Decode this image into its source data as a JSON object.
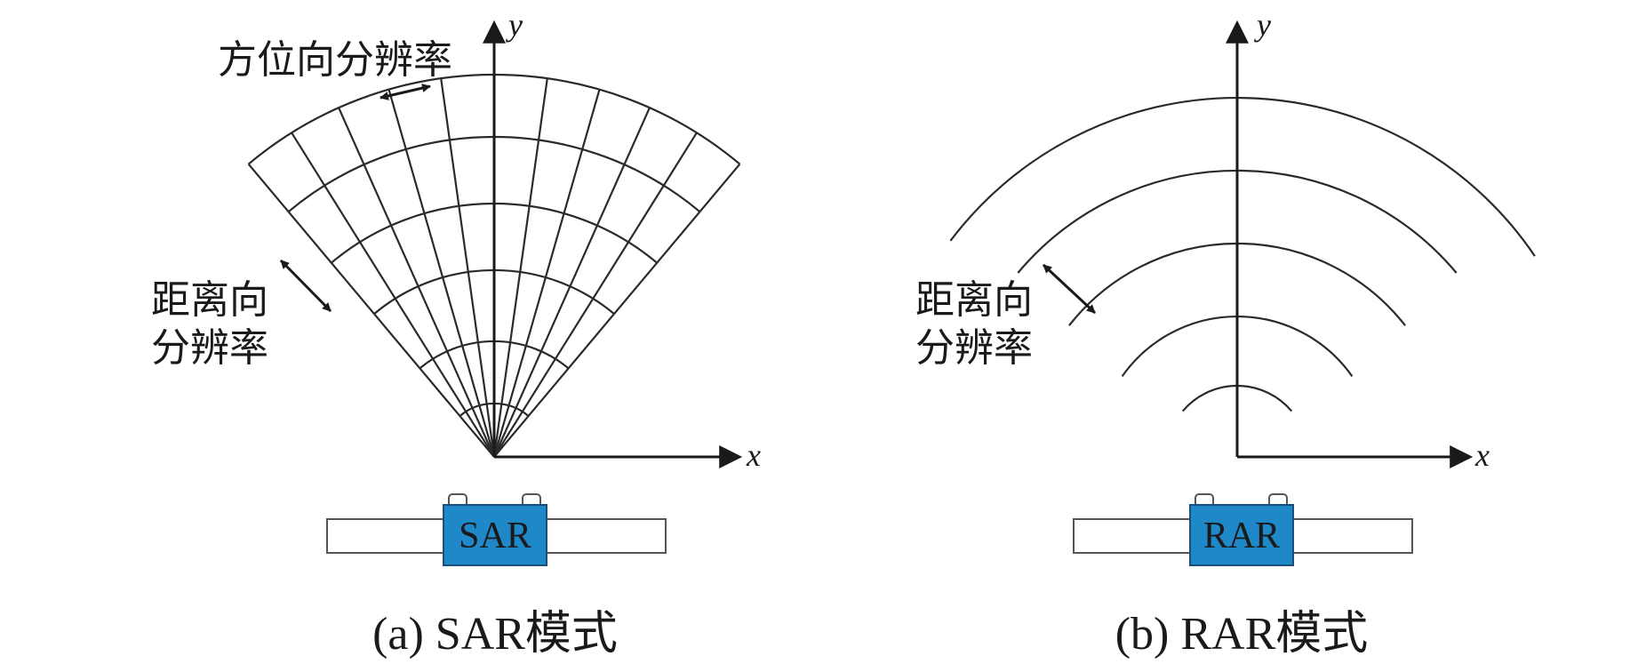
{
  "panel_a": {
    "axis_x_label": "x",
    "axis_y_label": "y",
    "azimuth_resolution_label": "方位向分辨率",
    "range_resolution_label_line1": "距离向",
    "range_resolution_label_line2": "分辨率",
    "device_label": "SAR",
    "caption": "(a) SAR模式"
  },
  "panel_b": {
    "axis_x_label": "x",
    "axis_y_label": "y",
    "range_resolution_label_line1": "距离向",
    "range_resolution_label_line2": "分辨率",
    "device_label": "RAR",
    "caption": "(b) RAR模式"
  },
  "colors": {
    "line": "#2a2a2a",
    "device_body": "#1f88c8",
    "device_border": "#1a4f7a",
    "panel_fill": "#ffffff"
  }
}
